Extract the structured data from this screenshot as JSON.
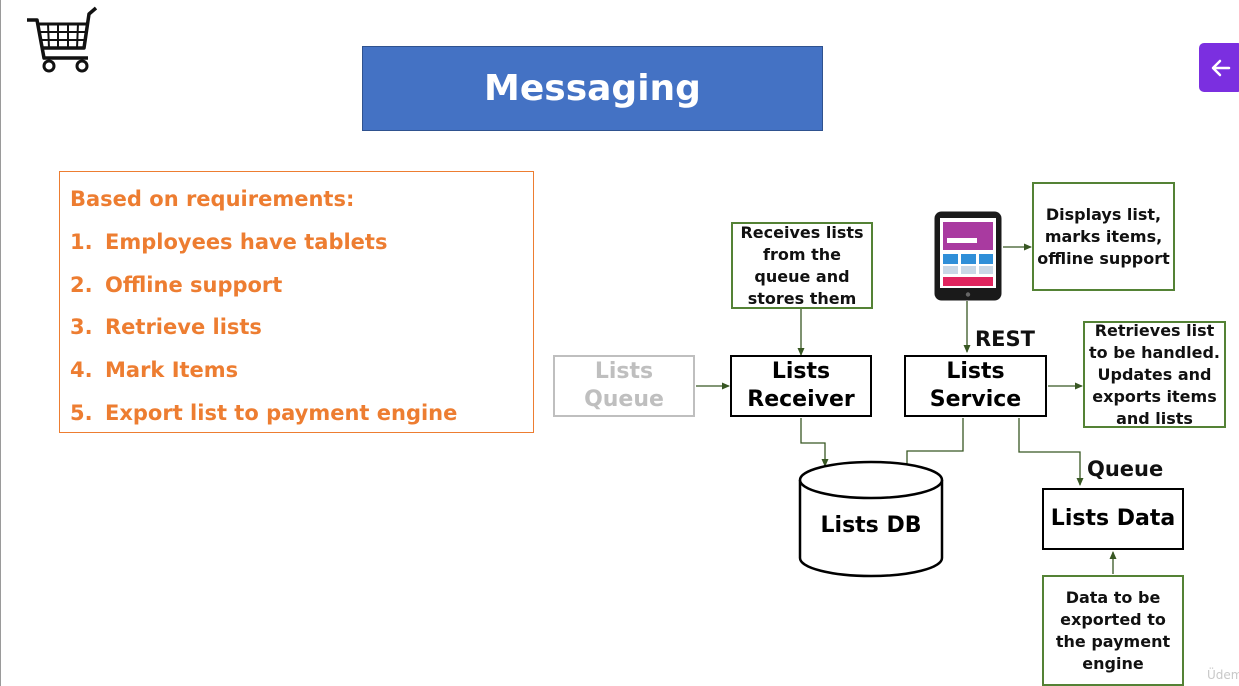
{
  "title": "Messaging",
  "requirements": {
    "heading": "Based on requirements:",
    "items": [
      {
        "num": "1.",
        "text": "Employees have tablets"
      },
      {
        "num": "2.",
        "text": "Offline support"
      },
      {
        "num": "3.",
        "text": "Retrieve lists"
      },
      {
        "num": "4.",
        "text": "Mark Items"
      },
      {
        "num": "5.",
        "text": "Export list to payment engine"
      }
    ]
  },
  "diagram": {
    "receiver_note": "Receives lists from the queue and stores them",
    "client_note": "Displays list, marks items, offline support",
    "service_note": "Retrieves list to be handled. Updates and exports items and lists",
    "data_note": "Data to be exported to the payment engine",
    "lists_queue": "Lists Queue",
    "lists_receiver": "Lists Receiver",
    "lists_service": "Lists Service",
    "lists_db": "Lists DB",
    "lists_data": "Lists Data",
    "rest_label": "REST",
    "queue_label": "Queue"
  },
  "colors": {
    "title_bg": "#4472c4",
    "requirements_accent": "#ed7d31",
    "note_border": "#548235",
    "connector": "#385723",
    "back_button": "#7b2fe0"
  },
  "watermark": "Üdem",
  "icons": [
    "shopping-cart-icon",
    "tablet-icon",
    "arrow-left-icon"
  ]
}
